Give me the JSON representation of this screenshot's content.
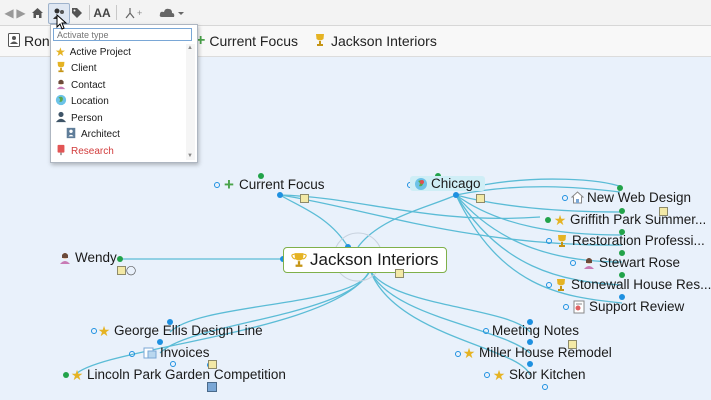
{
  "toolbar": {
    "font_label": "AA"
  },
  "pinbar": {
    "pins": [
      {
        "label": "Ron"
      },
      {
        "label": "Current Focus"
      },
      {
        "label": "Jackson Interiors"
      }
    ]
  },
  "type_dropdown": {
    "placeholder": "Activate type",
    "items": [
      {
        "label": "Active Project",
        "icon": "star-icon"
      },
      {
        "label": "Client",
        "icon": "trophy-icon"
      },
      {
        "label": "Contact",
        "icon": "contact-icon"
      },
      {
        "label": "Location",
        "icon": "globe-icon"
      },
      {
        "label": "Person",
        "icon": "person-icon"
      },
      {
        "label": "Architect",
        "icon": "architect-icon"
      },
      {
        "label": "Research",
        "icon": "research-icon"
      }
    ]
  },
  "map": {
    "focus": {
      "label": "Jackson Interiors",
      "icon": "trophy-icon"
    },
    "current_focus": {
      "label": "Current Focus",
      "icon": "plus-icon"
    },
    "chicago": {
      "label": "Chicago",
      "icon": "globe-icon"
    },
    "wendy": {
      "label": "Wendy",
      "icon": "contact-icon"
    },
    "right_children": [
      {
        "label": "New Web Design",
        "icon": "house-icon"
      },
      {
        "label": "Griffith Park Summer...",
        "icon": "star-icon"
      },
      {
        "label": "Restoration Professi...",
        "icon": "trophy-icon"
      },
      {
        "label": "Stewart Rose",
        "icon": "contact-icon"
      },
      {
        "label": "Stonewall House Res...",
        "icon": "trophy-icon"
      },
      {
        "label": "Support Review",
        "icon": "document-icon"
      }
    ],
    "bottom_left": [
      {
        "label": "George Ellis Design Line",
        "icon": "star-icon"
      },
      {
        "label": "Invoices",
        "icon": "invoice-icon"
      },
      {
        "label": "Lincoln Park Garden Competition",
        "icon": "star-icon"
      }
    ],
    "bottom_right": [
      {
        "label": "Meeting Notes",
        "icon": "none"
      },
      {
        "label": "Miller House Remodel",
        "icon": "star-icon"
      },
      {
        "label": "Skor Kitchen",
        "icon": "star-icon"
      }
    ]
  },
  "colors": {
    "link": "#5bbcd6",
    "dot_green": "#22a34a",
    "dot_blue": "#1e90e0",
    "focus_border": "#7fb04a"
  }
}
